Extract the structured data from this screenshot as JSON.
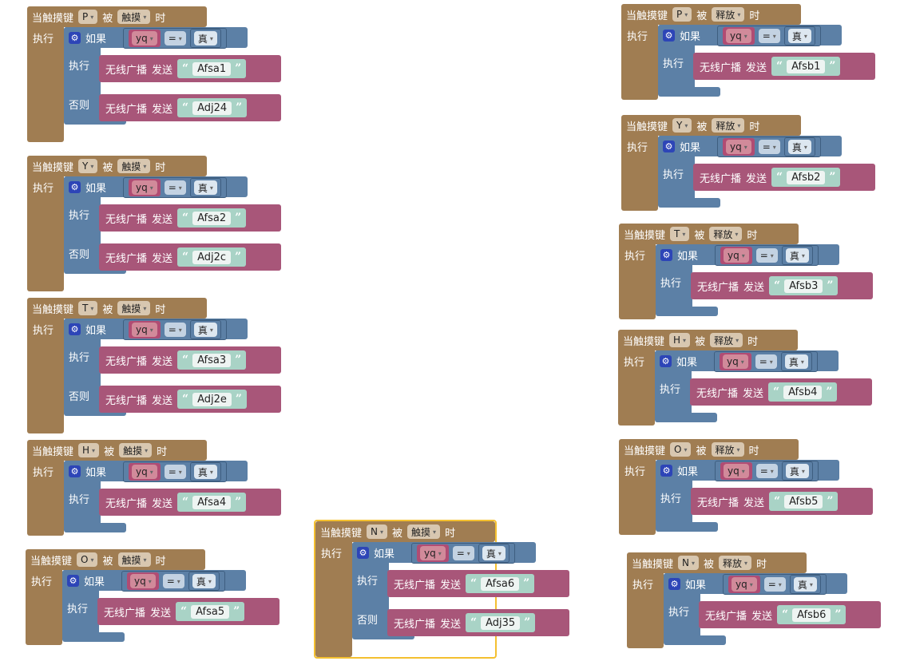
{
  "labels": {
    "when": "当触摸键",
    "by": "被",
    "time": "时",
    "do": "执行",
    "if": "如果",
    "then": "执行",
    "else": "否则",
    "bt": "无线广播",
    "send": "发送",
    "var": "yq",
    "op": "=",
    "bool": "真",
    "quote_open": "“",
    "quote_close": "”",
    "caret": "▾",
    "gear": "⚙"
  },
  "colors": {
    "event_block": "#a07d52",
    "control_block": "#5c80a6",
    "bluetooth_block": "#a85679",
    "variable_block": "#b04c73",
    "text_block": "#a9d3c6",
    "selection_outline": "#f4c030"
  },
  "blocks": [
    {
      "key": "P",
      "action": "触摸",
      "send": "Afsa1",
      "else_send": "Adj24",
      "selected": false
    },
    {
      "key": "Y",
      "action": "触摸",
      "send": "Afsa2",
      "else_send": "Adj2c",
      "selected": false
    },
    {
      "key": "T",
      "action": "触摸",
      "send": "Afsa3",
      "else_send": "Adj2e",
      "selected": false
    },
    {
      "key": "H",
      "action": "触摸",
      "send": "Afsa4",
      "else_send": null,
      "selected": false
    },
    {
      "key": "O",
      "action": "触摸",
      "send": "Afsa5",
      "else_send": null,
      "selected": false
    },
    {
      "key": "N",
      "action": "触摸",
      "send": "Afsa6",
      "else_send": "Adj35",
      "selected": true
    },
    {
      "key": "P",
      "action": "释放",
      "send": "Afsb1",
      "else_send": null,
      "selected": false
    },
    {
      "key": "Y",
      "action": "释放",
      "send": "Afsb2",
      "else_send": null,
      "selected": false
    },
    {
      "key": "T",
      "action": "释放",
      "send": "Afsb3",
      "else_send": null,
      "selected": false
    },
    {
      "key": "H",
      "action": "释放",
      "send": "Afsb4",
      "else_send": null,
      "selected": false
    },
    {
      "key": "O",
      "action": "释放",
      "send": "Afsb5",
      "else_send": null,
      "selected": false
    },
    {
      "key": "N",
      "action": "释放",
      "send": "Afsb6",
      "else_send": null,
      "selected": false
    }
  ]
}
